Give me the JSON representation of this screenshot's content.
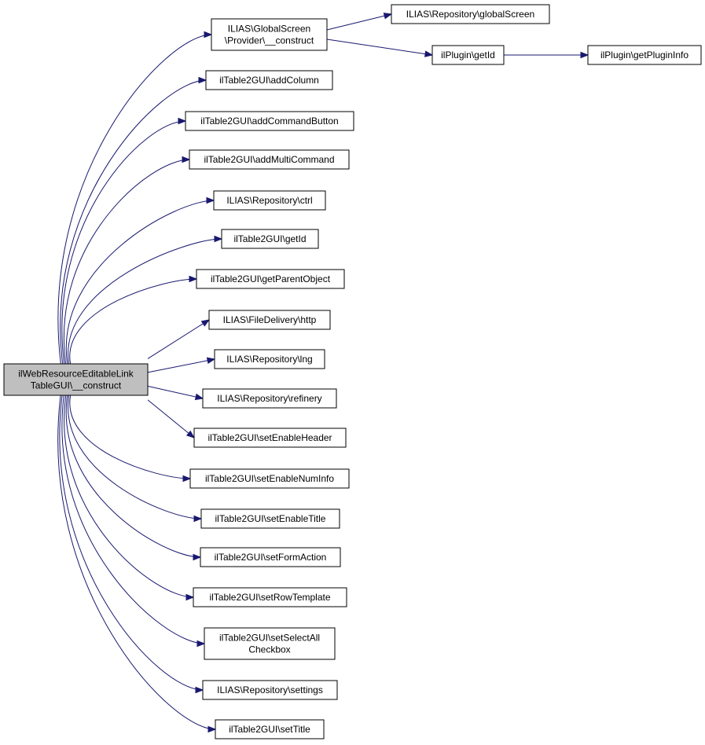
{
  "graph": {
    "edge_color": "#191970",
    "root_fill": "#bfbfbf",
    "node_fill": "#ffffff",
    "nodes": {
      "root": [
        "ilWebResourceEditableLink",
        "TableGUI\\__construct"
      ],
      "gs_construct": [
        "ILIAS\\GlobalScreen",
        "\\Provider\\__construct"
      ],
      "global_screen": [
        "ILIAS\\Repository\\globalScreen"
      ],
      "plugin_getid": [
        "ilPlugin\\getId"
      ],
      "plugin_getinfo": [
        "ilPlugin\\getPluginInfo"
      ],
      "add_column": [
        "ilTable2GUI\\addColumn"
      ],
      "add_command_button": [
        "ilTable2GUI\\addCommandButton"
      ],
      "add_multi_command": [
        "ilTable2GUI\\addMultiCommand"
      ],
      "repo_ctrl": [
        "ILIAS\\Repository\\ctrl"
      ],
      "table_getid": [
        "ilTable2GUI\\getId"
      ],
      "get_parent_object": [
        "ilTable2GUI\\getParentObject"
      ],
      "filedelivery_http": [
        "ILIAS\\FileDelivery\\http"
      ],
      "repo_lng": [
        "ILIAS\\Repository\\lng"
      ],
      "repo_refinery": [
        "ILIAS\\Repository\\refinery"
      ],
      "set_enable_header": [
        "ilTable2GUI\\setEnableHeader"
      ],
      "set_enable_numinfo": [
        "ilTable2GUI\\setEnableNumInfo"
      ],
      "set_enable_title": [
        "ilTable2GUI\\setEnableTitle"
      ],
      "set_form_action": [
        "ilTable2GUI\\setFormAction"
      ],
      "set_row_template": [
        "ilTable2GUI\\setRowTemplate"
      ],
      "set_select_all": [
        "ilTable2GUI\\setSelectAll",
        "Checkbox"
      ],
      "repo_settings": [
        "ILIAS\\Repository\\settings"
      ],
      "set_title": [
        "ilTable2GUI\\setTitle"
      ]
    },
    "edges": [
      [
        "root",
        "gs_construct"
      ],
      [
        "root",
        "add_column"
      ],
      [
        "root",
        "add_command_button"
      ],
      [
        "root",
        "add_multi_command"
      ],
      [
        "root",
        "repo_ctrl"
      ],
      [
        "root",
        "table_getid"
      ],
      [
        "root",
        "get_parent_object"
      ],
      [
        "root",
        "filedelivery_http"
      ],
      [
        "root",
        "repo_lng"
      ],
      [
        "root",
        "repo_refinery"
      ],
      [
        "root",
        "set_enable_header"
      ],
      [
        "root",
        "set_enable_numinfo"
      ],
      [
        "root",
        "set_enable_title"
      ],
      [
        "root",
        "set_form_action"
      ],
      [
        "root",
        "set_row_template"
      ],
      [
        "root",
        "set_select_all"
      ],
      [
        "root",
        "repo_settings"
      ],
      [
        "root",
        "set_title"
      ],
      [
        "gs_construct",
        "global_screen"
      ],
      [
        "gs_construct",
        "plugin_getid"
      ],
      [
        "plugin_getid",
        "plugin_getinfo"
      ]
    ]
  }
}
